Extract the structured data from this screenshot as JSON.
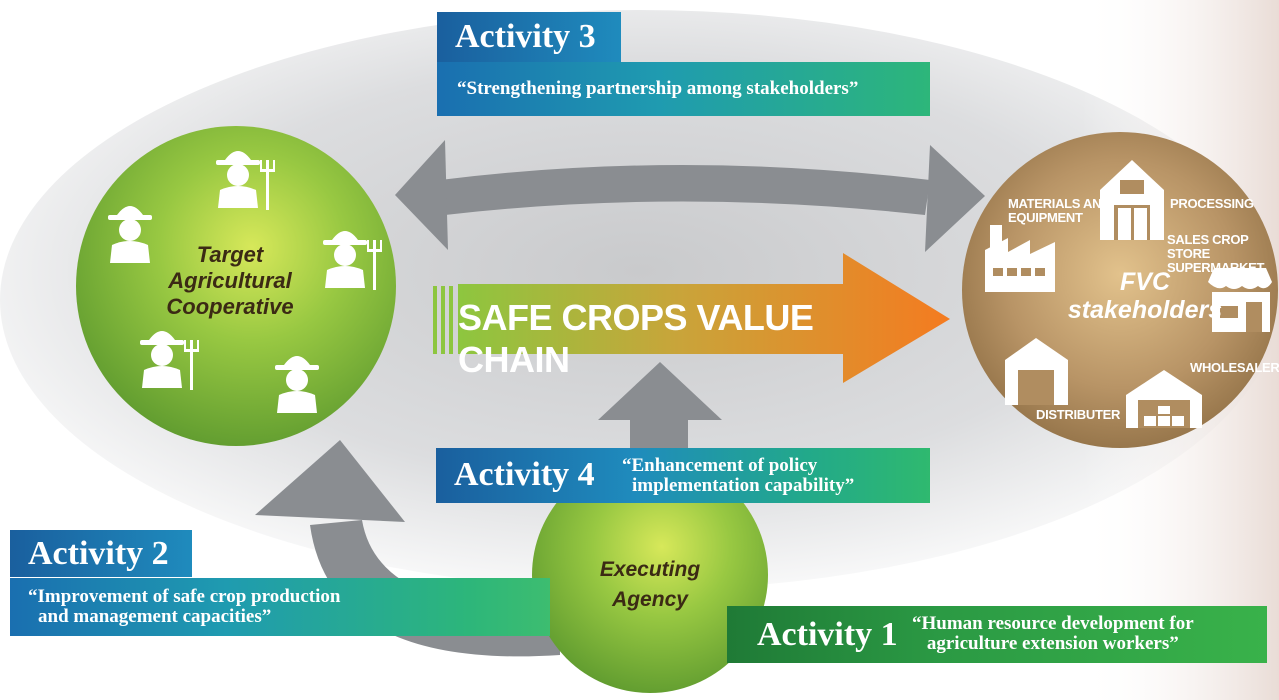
{
  "activity3": {
    "title": "Activity 3",
    "subtitle": "“Strengthening partnership among stakeholders”"
  },
  "activity2": {
    "title": "Activity 2",
    "subtitle_line1": "“Improvement of safe crop production",
    "subtitle_line2": "and management capacities”"
  },
  "activity4": {
    "title": "Activity 4",
    "subtitle_line1": "“Enhancement of policy",
    "subtitle_line2": "implementation capability”"
  },
  "activity1": {
    "title": "Activity 1",
    "subtitle_line1": "“Human resource development for",
    "subtitle_line2": "agriculture extension workers”"
  },
  "cooperative": {
    "line1": "Target",
    "line2": "Agricultural",
    "line3": "Cooperative",
    "icon": "farmer-icon"
  },
  "executing": {
    "line1": "Executing",
    "line2": "Agency"
  },
  "fvc": {
    "line1": "FVC",
    "line2": "stakeholders",
    "materials_line1": "MATERIALS AND",
    "materials_line2": "EQUIPMENT",
    "processing": "PROCESSING",
    "sales_line1": "SALES CROP STORE",
    "sales_line2": "SUPERMARKET",
    "wholesaler": "WHOLESALER",
    "distributer": "DISTRIBUTER"
  },
  "value_chain": {
    "label": "SAFE CROPS VALUE CHAIN"
  },
  "colors": {
    "green_circle": "#8cc63f",
    "gold_circle": "#b8956a",
    "arrow_gray": "#8a8d91",
    "chain_orange": "#f47b20",
    "chain_green": "#8dc63f"
  }
}
